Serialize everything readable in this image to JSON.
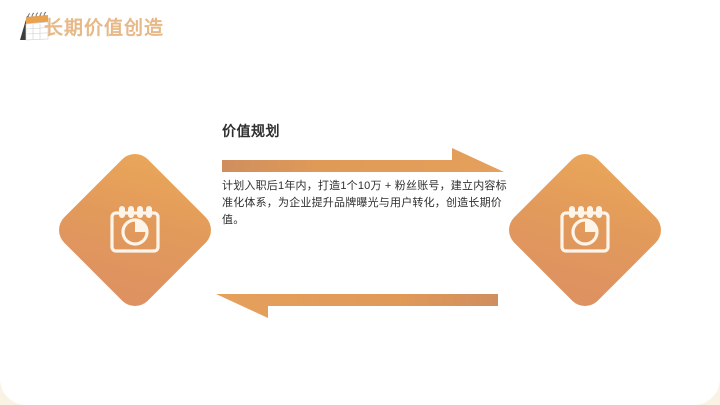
{
  "header": {
    "title": "长期价值创造",
    "icon": "desk-calendar-icon",
    "title_color": "#e7b989"
  },
  "main": {
    "section_title": "价值规划",
    "body_text": "计划入职后1年内，打造1个10万 + 粉丝账号，建立内容标准化体系，为企业提升品牌曝光与用户转化，创造长期价值。",
    "arrows": [
      {
        "name": "arrow-right",
        "direction": "right",
        "color": "#e09a58"
      },
      {
        "name": "arrow-left",
        "direction": "left",
        "color": "#e09a58"
      }
    ],
    "nodes": [
      {
        "name": "diamond-left",
        "icon": "calendar-clock-icon",
        "color_start": "#eaa759",
        "color_end": "#dd9062"
      },
      {
        "name": "diamond-right",
        "icon": "calendar-clock-icon",
        "color_start": "#eaa759",
        "color_end": "#dd9062"
      }
    ]
  },
  "theme": {
    "page_background": "#faf2e3",
    "slide_background": "#ffffff",
    "accent": "#e09a58",
    "text_color": "#2f2f2f"
  }
}
